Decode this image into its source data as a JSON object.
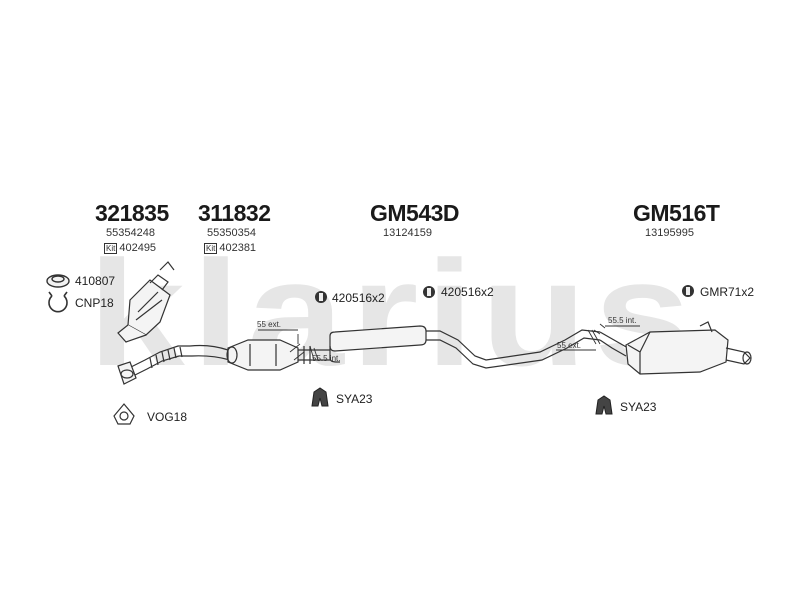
{
  "watermark": "klarius",
  "parts": [
    {
      "part_no": "321835",
      "oem": "55354248",
      "kit_badge": "Kit",
      "kit_no": "402495"
    },
    {
      "part_no": "311832",
      "oem": "55350354",
      "kit_badge": "Kit",
      "kit_no": "402381"
    },
    {
      "part_no": "GM543D",
      "oem": "13124159"
    },
    {
      "part_no": "GM516T",
      "oem": "13195995"
    }
  ],
  "accessories": {
    "ring": "410807",
    "clamp": "CNP18",
    "gasket": "VOG18",
    "mount1": "SYA23",
    "mount2": "SYA23",
    "bolt1": "420516x2",
    "bolt2": "420516x2",
    "rubber": "GMR71x2"
  },
  "dimensions": {
    "d1": "55 ext.",
    "d2": "55.5 int.",
    "d3": "55.5 int.",
    "d4": "55 ext."
  }
}
